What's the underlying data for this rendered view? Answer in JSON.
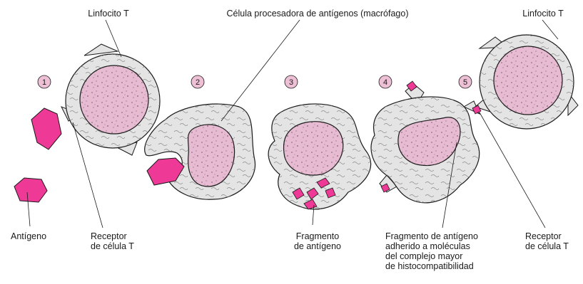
{
  "labels": {
    "lymphocyte_left": "Linfocito T",
    "macrophage": "Célula procesadora de antígenos (macrófago)",
    "lymphocyte_right": "Linfocito T",
    "antigen": "Antígeno",
    "receptor_left_line1": "Receptor",
    "receptor_left_line2": "de célula T",
    "fragment_line1": "Fragmento",
    "fragment_line2": "de antígeno",
    "mhc_line1": "Fragmento de antígeno",
    "mhc_line2": "adherido a moléculas",
    "mhc_line3": "del complejo mayor",
    "mhc_line4": "de histocompatibilidad",
    "receptor_right_line1": "Receptor",
    "receptor_right_line2": "de célula T"
  },
  "steps": [
    "1",
    "2",
    "3",
    "4",
    "5"
  ],
  "colors": {
    "antigen": "#ee3a96",
    "nucleus": "#e7bcd3",
    "cytoplasm": "#e4e4e4",
    "step_circle": "#eec0d6",
    "outline": "#1a1a1a"
  }
}
